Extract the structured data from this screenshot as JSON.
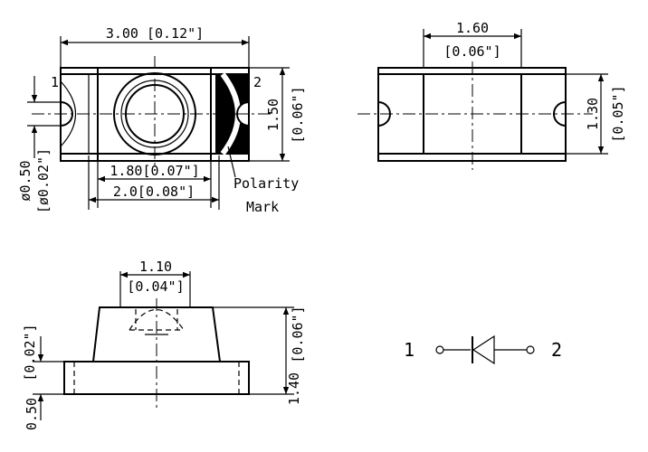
{
  "drawing": {
    "top_view": {
      "width_dim": "3.00 [0.12\"]",
      "pin1_label": "1",
      "pin2_label": "2",
      "height_dim": "1.50",
      "height_dim_in": "[0.06\"]",
      "hole_dim": "ø0.50",
      "hole_dim_in": "[ø0.02\"]",
      "inner_dim": "1.80[0.07\"]",
      "body_dim": "2.0[0.08\"]",
      "polarity_line1": "Polarity",
      "polarity_line2": "Mark"
    },
    "bottom_view": {
      "width_dim": "1.60",
      "width_dim_in": "[0.06\"]",
      "height_dim": "1.30",
      "height_dim_in": "[0.05\"]"
    },
    "side_view": {
      "lens_dim": "1.10",
      "lens_dim_in": "[0.04\"]",
      "total_height_dim": "1.40",
      "total_height_dim_in": "[0.06\"]",
      "base_height_dim": "0.50",
      "base_height_dim_in": "[0.02\"]"
    },
    "schematic": {
      "pin1": "1",
      "pin2": "2"
    }
  }
}
